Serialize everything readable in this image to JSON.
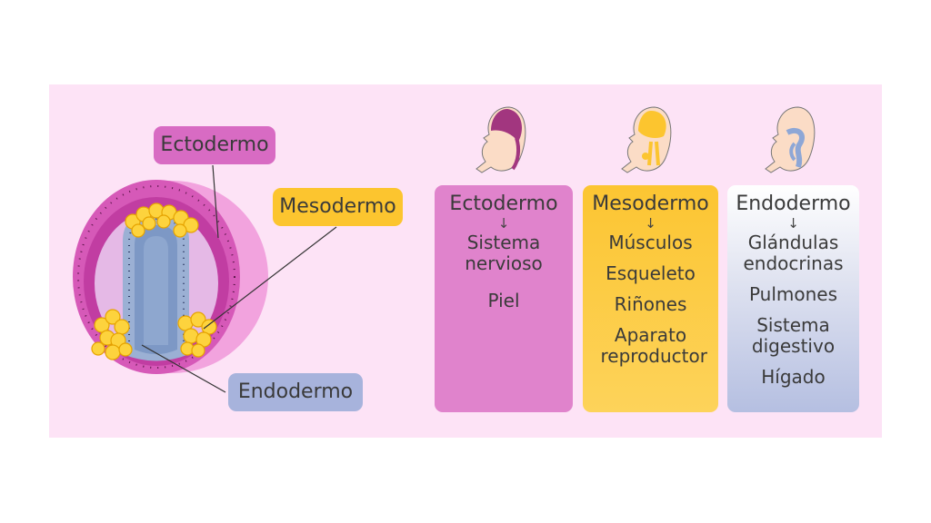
{
  "labels": {
    "ectodermo": "Ectodermo",
    "mesodermo": "Mesodermo",
    "endodermo": "Endodermo"
  },
  "columns": [
    {
      "title": "Ectodermo",
      "arrow": "↓",
      "items": [
        "Sistema nervioso",
        "Piel"
      ]
    },
    {
      "title": "Mesodermo",
      "arrow": "↓",
      "items": [
        "Músculos",
        "Esqueleto",
        "Riñones",
        "Aparato reproductor"
      ]
    },
    {
      "title": "Endodermo",
      "arrow": "↓",
      "items": [
        "Glándulas endocrinas",
        "Pulmones",
        "Sistema digestivo",
        "Hígado"
      ]
    }
  ],
  "colors": {
    "background": "#fde3f6",
    "ectodermo": "#d86bc3",
    "mesodermo": "#fcc52f",
    "endodermo": "#a7b3dc"
  },
  "icons": [
    "embryo-ectodermo-icon",
    "embryo-mesodermo-icon",
    "embryo-endodermo-icon"
  ]
}
